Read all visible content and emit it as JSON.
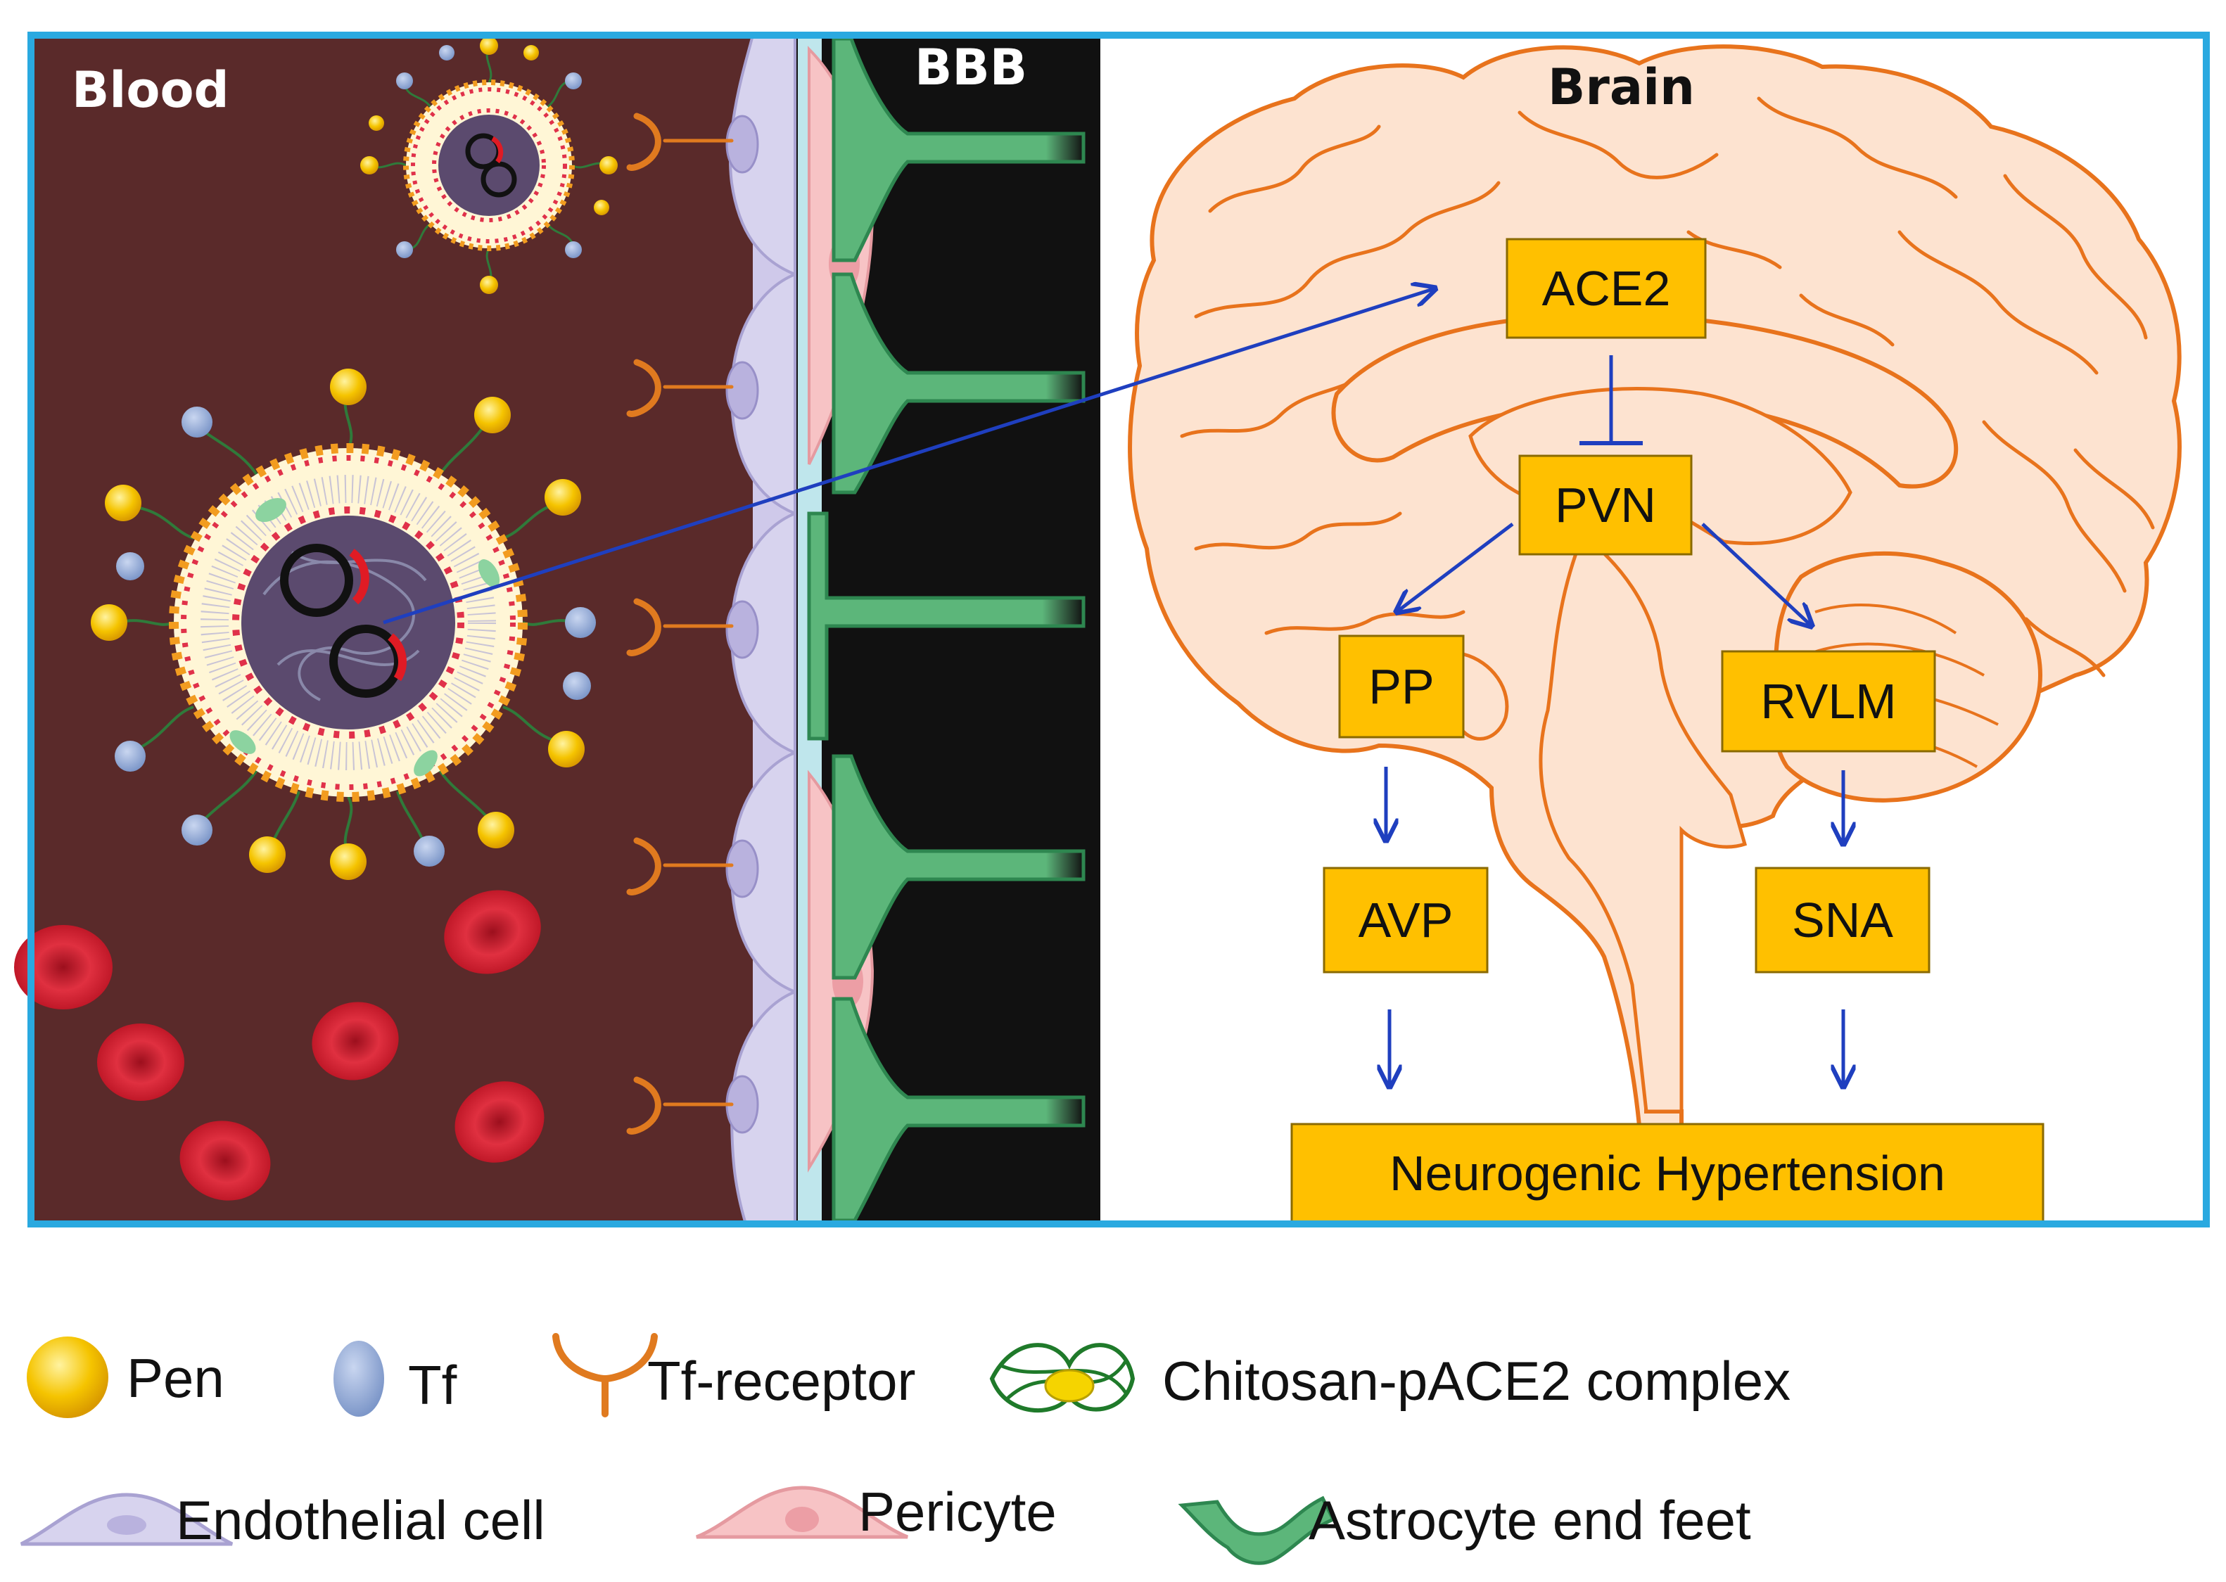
{
  "regions": {
    "blood": "Blood",
    "bbb": "BBB",
    "brain": "Brain"
  },
  "pathway": {
    "ace2": "ACE2",
    "pvn": "PVN",
    "pp": "PP",
    "rvlm": "RVLM",
    "avp": "AVP",
    "sna": "SNA",
    "outcome": "Neurogenic Hypertension"
  },
  "legend": {
    "pen": "Pen",
    "tf": "Tf",
    "tf_receptor": "Tf-receptor",
    "complex": "Chitosan-pACE2 complex",
    "endothelial": "Endothelial cell",
    "pericyte": "Pericyte",
    "astrocyte": "Astrocyte end feet"
  },
  "colors": {
    "frame": "#2aa9e0",
    "blood_bg": "#5a2a2a",
    "bbb_bg": "#111111",
    "box_fill": "#ffc000",
    "arrow": "#1f3fbf",
    "brain_outline": "#e8731c",
    "brain_fill": "#fde3d0",
    "astrocyte": "#5cb67a",
    "endothelial": "#d7d3ee",
    "pericyte": "#f7c3c5",
    "rbc": "#d11f2e",
    "pen": "#f5c400",
    "tf": "#8aa3d3",
    "receptor": "#e07a1f"
  }
}
